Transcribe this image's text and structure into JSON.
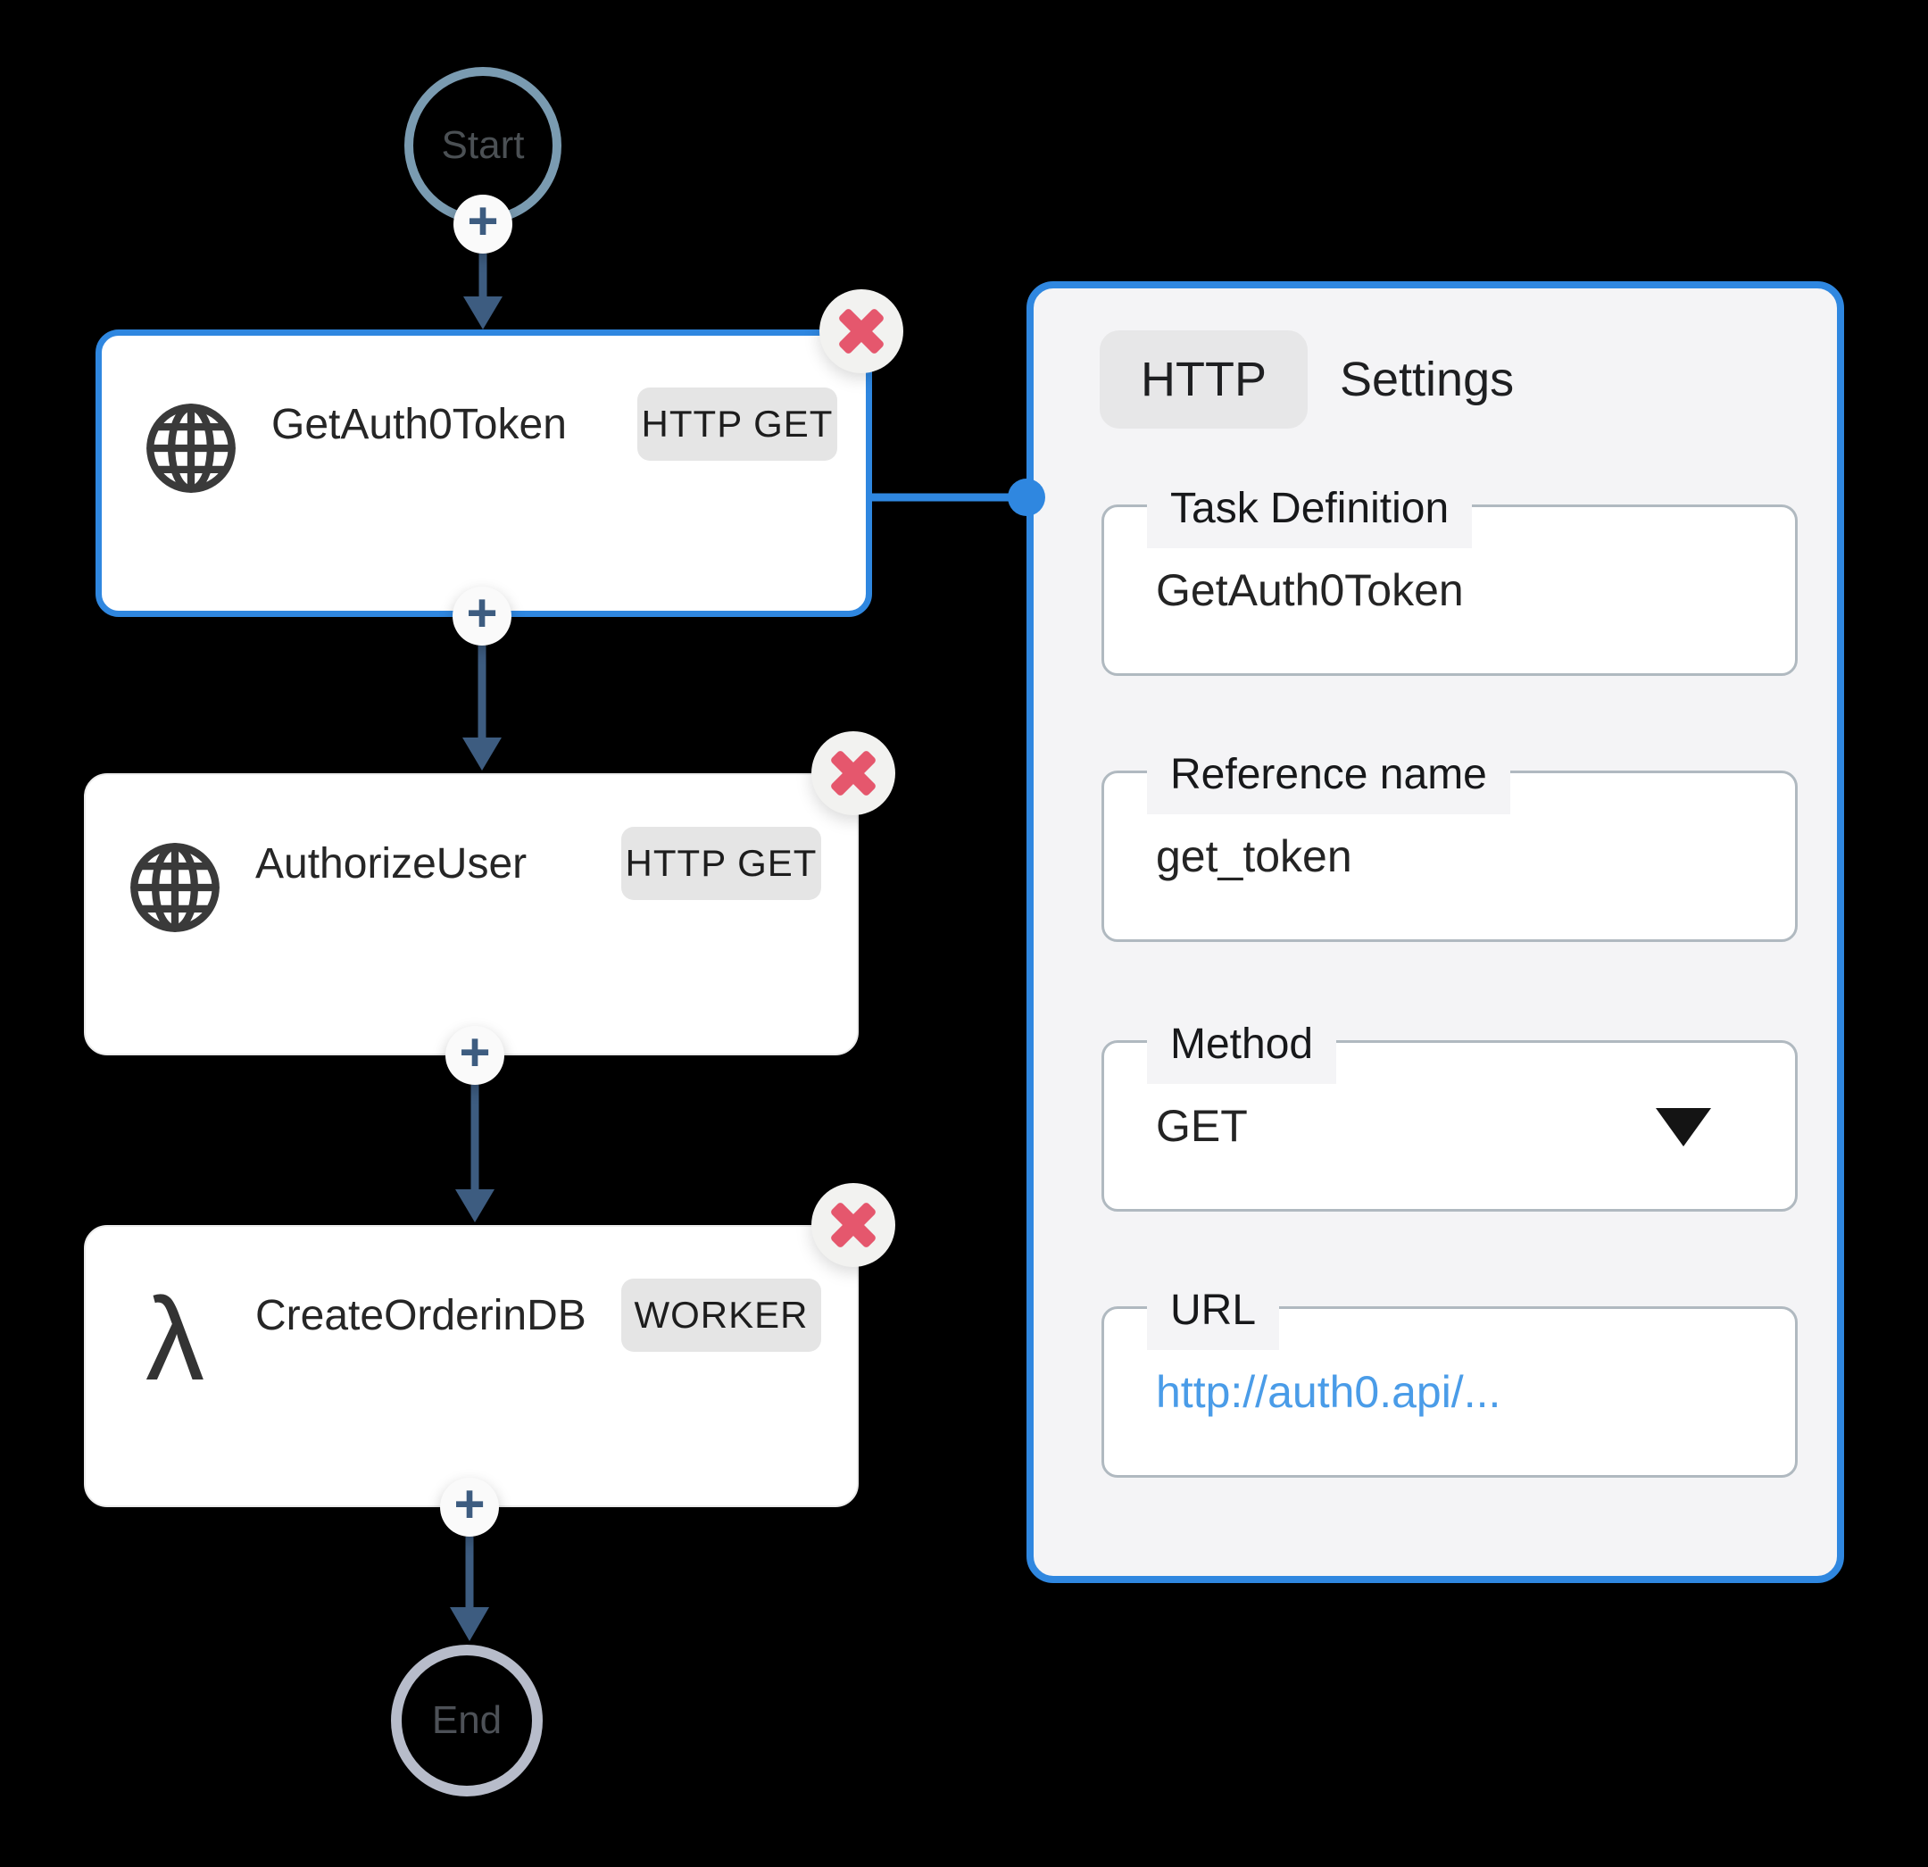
{
  "colors": {
    "background": "#000000",
    "accent_blue": "#2f87e0",
    "flow_navy": "#3d5c80",
    "start_ring": "#7a9bb1",
    "end_ring": "#b7bcca",
    "delete_pink": "#e5576d",
    "badge_bg": "#e5e5e5",
    "panel_bg": "#f4f4f6",
    "field_border": "#b0b9c0",
    "url_link_color": "#4a9ce8"
  },
  "flow": {
    "start_label": "Start",
    "end_label": "End",
    "add_step_glyph": "+",
    "nodes": [
      {
        "title": "GetAuth0Token",
        "badge": "HTTP GET",
        "icon": "globe-icon",
        "selected": true
      },
      {
        "title": "AuthorizeUser",
        "badge": "HTTP GET",
        "icon": "globe-icon",
        "selected": false
      },
      {
        "title": "CreateOrderinDB",
        "badge": "WORKER",
        "icon": "lambda-icon",
        "selected": false
      }
    ]
  },
  "icons": {
    "lambda_glyph": "λ"
  },
  "panel": {
    "tabs": [
      {
        "label": "HTTP",
        "active": true
      },
      {
        "label": "Settings",
        "active": false
      }
    ],
    "fields": [
      {
        "label": "Task Definition",
        "value": "GetAuth0Token",
        "type": "text"
      },
      {
        "label": "Reference name",
        "value": "get_token",
        "type": "text"
      },
      {
        "label": "Method",
        "value": "GET",
        "type": "select"
      },
      {
        "label": "URL",
        "value": "http://auth0.api/...",
        "type": "link"
      }
    ]
  }
}
